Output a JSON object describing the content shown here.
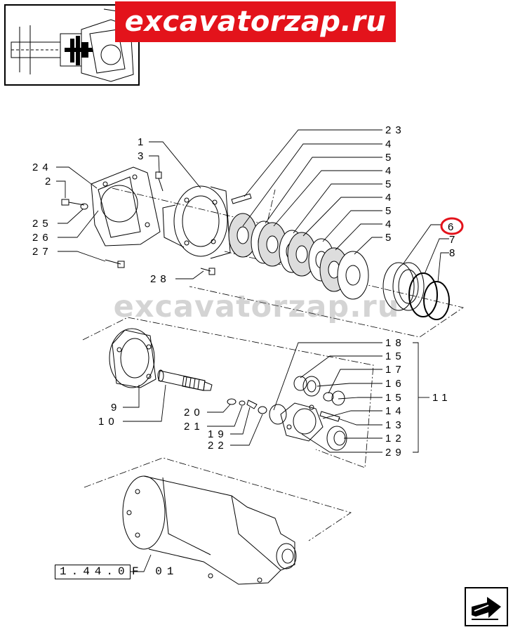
{
  "banner": {
    "text": "excavatorzap.ru",
    "color": "#e3131b"
  },
  "watermark": {
    "text": "excavatorzap.ru"
  },
  "page_ref": {
    "boxed": "1.44.0",
    "tail": "F  01"
  },
  "highlight_color": "#e3131b",
  "callouts": {
    "c23": "23",
    "c4a": "4",
    "c5a": "5",
    "c4b": "4",
    "c5b": "5",
    "c4c": "4",
    "c5c": "5",
    "c4d": "4",
    "c5d": "5",
    "c1": "1",
    "c3": "3",
    "c24": "24",
    "c2": "2",
    "c25": "25",
    "c26": "26",
    "c27": "27",
    "c28": "28",
    "c6": "6",
    "c7": "7",
    "c8": "8",
    "c18": "18",
    "c15a": "15",
    "c17": "17",
    "c16": "16",
    "c15b": "15",
    "c11": "11",
    "c14": "14",
    "c13": "13",
    "c12": "12",
    "c29": "29",
    "c9": "9",
    "c10": "10",
    "c20": "20",
    "c21": "21",
    "c19": "19",
    "c22": "22"
  },
  "icons": {
    "nav": "next-page-arrow-icon"
  }
}
